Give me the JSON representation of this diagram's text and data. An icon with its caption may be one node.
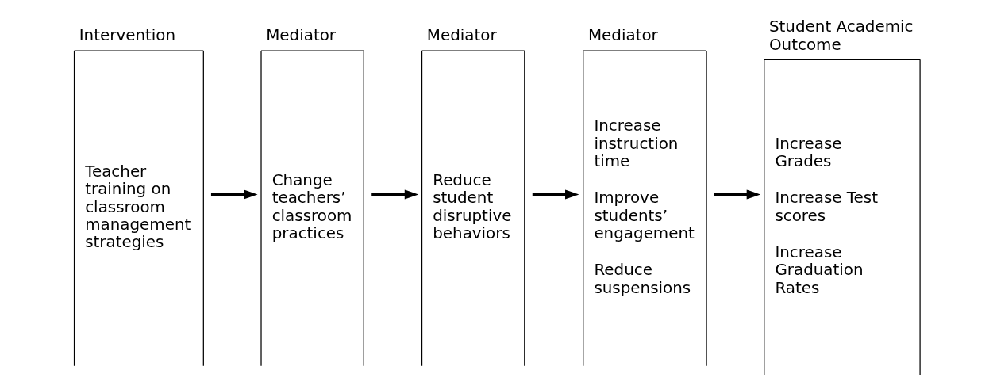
{
  "diagram": {
    "nodes": [
      {
        "text": [
          "Intervention",
          "Teacher training on classroom management strategies"
        ]
      },
      {
        "text": [
          "Mediator",
          "Change teachers’ classroom practices"
        ]
      },
      {
        "text": [
          "Mediator",
          "Reduce student disruptive behaviors"
        ]
      },
      {
        "text": [
          "Mediator",
          "Increase instruction time",
          "Improve students’ engagement",
          "Reduce suspensions"
        ]
      },
      {
        "text": [
          "Student Academic Outcome",
          "Increase Grades",
          "Increase Test scores",
          "Increase Graduation Rates"
        ]
      }
    ],
    "edges": [
      {
        "from": 0,
        "to": 1,
        "arrow": "to"
      },
      {
        "from": 1,
        "to": 2,
        "arrow": "to"
      },
      {
        "from": 2,
        "to": 3,
        "arrow": "to"
      },
      {
        "from": 3,
        "to": 4,
        "arrow": "to"
      }
    ]
  }
}
